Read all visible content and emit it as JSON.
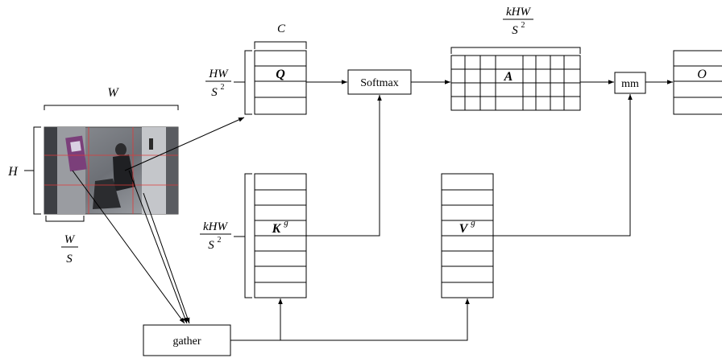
{
  "labels": {
    "Q": "Q",
    "A": "A",
    "O": "O",
    "K_base": "K",
    "K_sup": "g",
    "V_base": "V",
    "V_sup": "g",
    "softmax": "Softmax",
    "mm": "mm",
    "gather": "gather",
    "C": "C",
    "H": "H",
    "W": "W",
    "HW": "HW",
    "kHW": "kHW",
    "S": "S",
    "S2_base": "S",
    "S2_exp": "2"
  }
}
